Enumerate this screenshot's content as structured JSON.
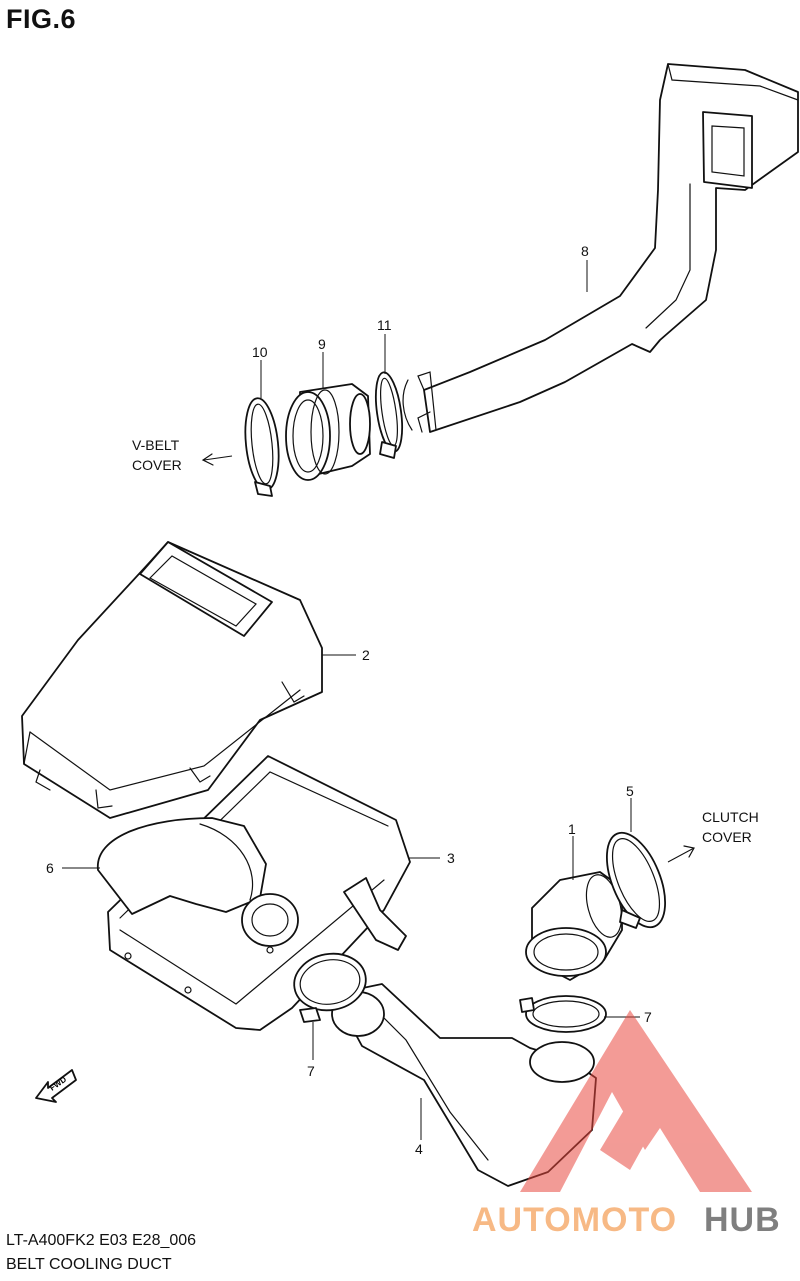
{
  "figure": {
    "title": "FIG.6",
    "model_code": "LT-A400FK2 E03 E28_006",
    "caption": "BELT COOLING DUCT"
  },
  "notes": {
    "vbelt_line1": "V-BELT",
    "vbelt_line2": "COVER",
    "clutch_line1": "CLUTCH",
    "clutch_line2": "COVER",
    "fwd": "FWD"
  },
  "callouts": {
    "p1": "1",
    "p2": "2",
    "p3": "3",
    "p4": "4",
    "p5": "5",
    "p6": "6",
    "p7a": "7",
    "p7b": "7",
    "p8": "8",
    "p9": "9",
    "p10": "10",
    "p11": "11"
  },
  "watermark": {
    "word_a": "AUTOMOTO",
    "word_b": "HUB",
    "color_a": "#f5a25d",
    "color_b": "#555555",
    "triangle_color": "#e8473d"
  }
}
